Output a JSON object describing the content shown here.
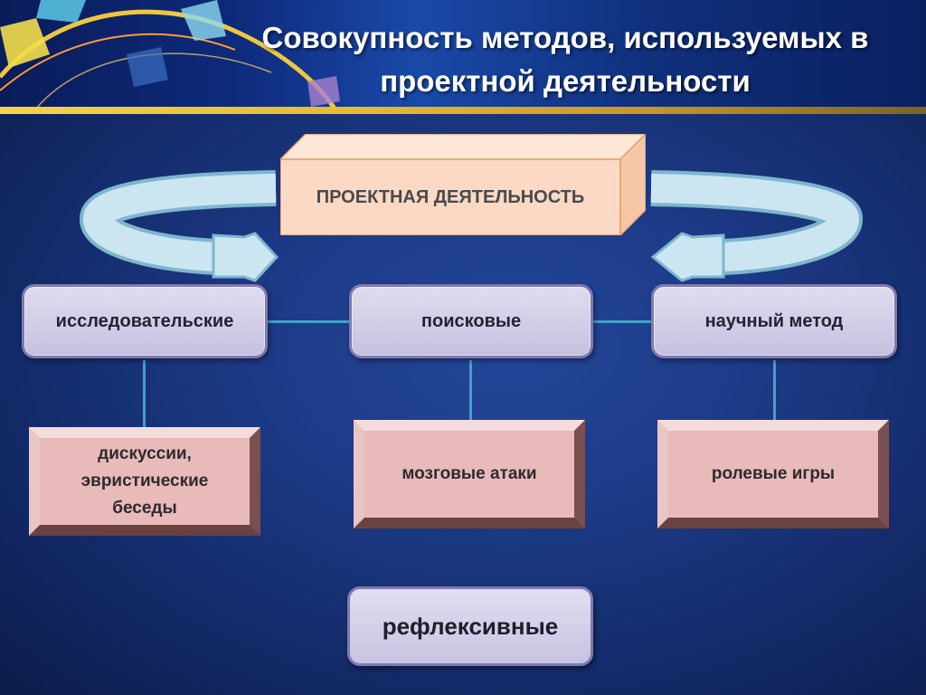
{
  "slide": {
    "title": "Совокупность методов, используемых в проектной деятельности"
  },
  "diagram": {
    "top": "ПРОЕКТНАЯ ДЕЯТЕЛЬНОСТЬ",
    "methods": [
      {
        "label": "исследовательские",
        "technique": "дискуссии, эвристические беседы"
      },
      {
        "label": "поисковые",
        "technique": "мозговые атаки"
      },
      {
        "label": "научный метод",
        "technique": "ролевые игры"
      }
    ],
    "bottom": "рефлексивные"
  },
  "colors": {
    "background": "#1c3a86",
    "header_accent": "#e6b930",
    "top_box": "#fbd9c4",
    "method_box": "#c6c0e0",
    "technique_box": "#e8baba",
    "connector": "#3fa3c7",
    "arrow": "#c8e8f2"
  }
}
